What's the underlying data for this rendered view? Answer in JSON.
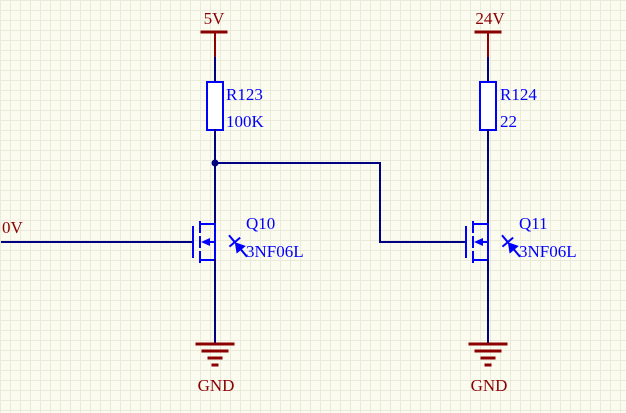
{
  "schematic": {
    "power_ports": [
      {
        "label": "5V"
      },
      {
        "label": "24V"
      }
    ],
    "net_labels": [
      {
        "label": "0V"
      }
    ],
    "ground_ports": [
      {
        "label": "GND"
      },
      {
        "label": "GND"
      }
    ],
    "resistors": [
      {
        "designator": "R123",
        "value": "100K"
      },
      {
        "designator": "R124",
        "value": "22"
      }
    ],
    "transistors": [
      {
        "designator": "Q10",
        "part": "3NF06L"
      },
      {
        "designator": "Q11",
        "part": "3NF06L"
      }
    ],
    "colors": {
      "component_outline": "#0000FF",
      "wire": "#000080",
      "power_net": "#8B0000",
      "canvas_background": "#FBFBEF",
      "grid_line": "#EAEADB",
      "resistor_fill": "#FFFFFF"
    }
  }
}
